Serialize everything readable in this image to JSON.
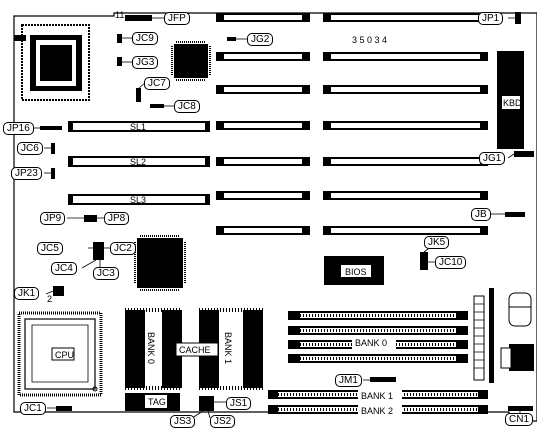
{
  "board_model": "3 5 0 3 4",
  "jumpers": {
    "JFP": "JFP",
    "JFP_pin": "11",
    "JP1": "JP1",
    "JC9": "JC9",
    "JG2": "JG2",
    "JG3": "JG3",
    "JC7": "JC7",
    "JC8": "JC8",
    "JP16": "JP16",
    "JC6": "JC6",
    "JG1": "JG1",
    "JP23": "JP23",
    "JB": "JB",
    "JP9": "JP9",
    "JP8": "JP8",
    "JK5": "JK5",
    "JC5": "JC5",
    "JC2": "JC2",
    "JC10": "JC10",
    "JC4": "JC4",
    "JC3": "JC3",
    "JK1": "JK1",
    "JK1_pin": "2",
    "JM1": "JM1",
    "JC1": "JC1",
    "JS1": "JS1",
    "JS3": "JS3",
    "JS2": "JS2",
    "CN1": "CN1"
  },
  "components": {
    "kbd": "KBD",
    "sl1": "SL1",
    "sl2": "SL2",
    "sl3": "SL3",
    "bios": "BIOS",
    "cpu": "CPU",
    "bank_left": "BANK 0",
    "bank_right": "BANK 1",
    "cache": "CACHE",
    "tag": "TAG",
    "bank0": "BANK 0",
    "bank1": "BANK 1",
    "bank2": "BANK 2"
  }
}
